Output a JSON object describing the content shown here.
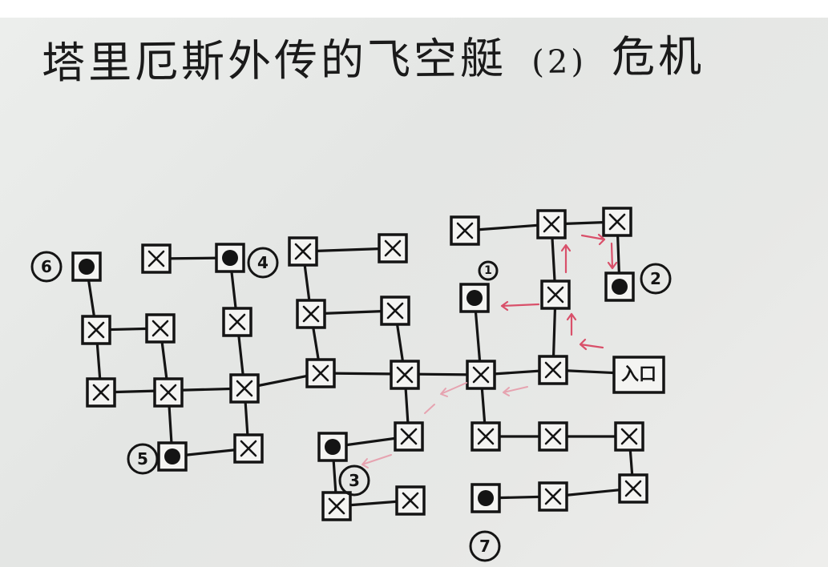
{
  "title": {
    "main": "塔里厄斯外传的飞空艇",
    "number": "(2)",
    "subtitle": "危机"
  },
  "map": {
    "entrance_label": "入口",
    "markers": [
      "1",
      "2",
      "3",
      "4",
      "5",
      "6",
      "7"
    ]
  }
}
